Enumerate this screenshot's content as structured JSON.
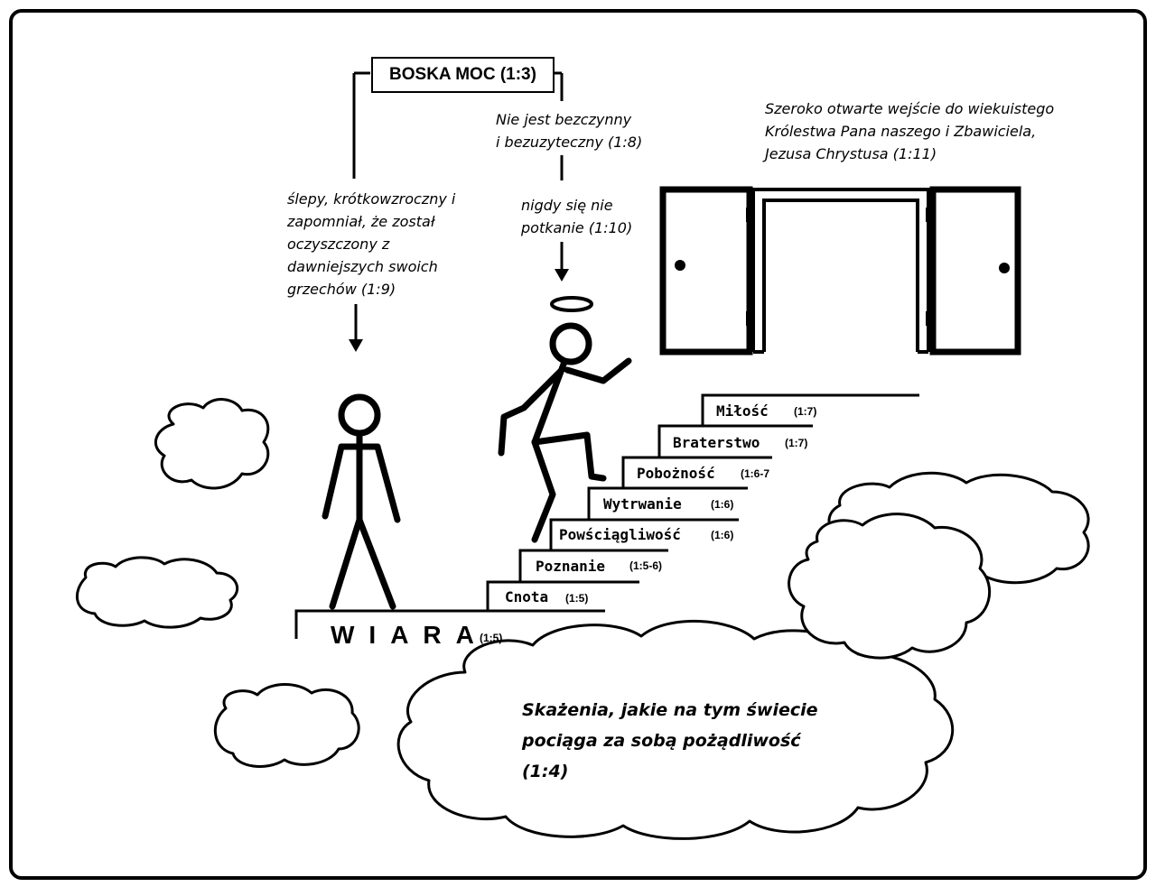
{
  "title_box": {
    "label": "BOSKA MOC (1:3)"
  },
  "annotations": {
    "blind_lines": [
      "ślepy, krótkowzroczny i",
      "zapomniał, że został",
      "oczyszczony z",
      "dawniejszych swoich",
      "grzechów (1:9)"
    ],
    "active_lines": [
      "Nie jest bezczynny",
      "i bezuzyteczny (1:8)"
    ],
    "never_stumble_lines": [
      "nigdy się nie",
      "potkanie (1:10)"
    ],
    "entrance_lines": [
      "Szeroko otwarte wejście do wiekuistego",
      "Królestwa Pana naszego i Zbawiciela,",
      "Jezusa Chrystusa (1:11)"
    ]
  },
  "base": {
    "label": "WIARA",
    "ref": "(1:5)"
  },
  "steps": [
    {
      "label": "Cnota",
      "ref": "(1:5)"
    },
    {
      "label": "Poznanie",
      "ref": "(1:5-6)"
    },
    {
      "label": "Powściągliwość",
      "ref": "(1:6)"
    },
    {
      "label": "Wytrwanie",
      "ref": "(1:6)"
    },
    {
      "label": "Pobożność",
      "ref": "(1:6-7"
    },
    {
      "label": "Braterstwo",
      "ref": "(1:7)"
    },
    {
      "label": "Miłość",
      "ref": "(1:7)"
    }
  ],
  "cloud_text_lines": [
    "Skażenia, jakie na tym świecie",
    "pociąga za sobą pożądliwość",
    "(1:4)"
  ]
}
